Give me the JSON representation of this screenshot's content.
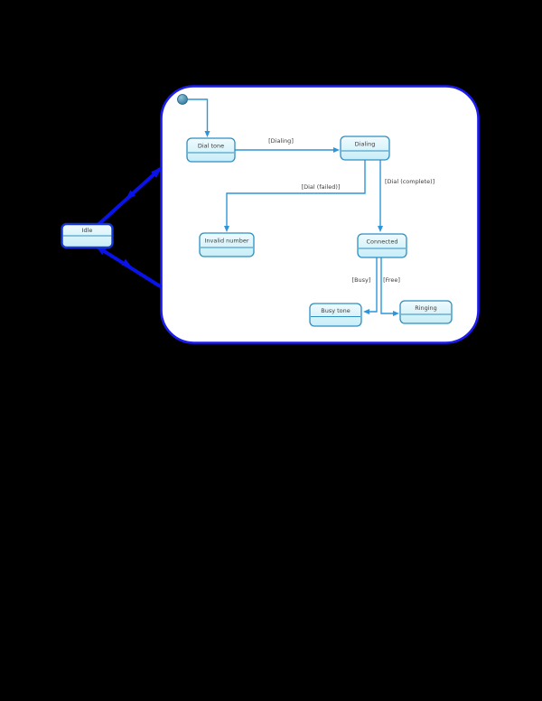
{
  "diagram": {
    "kind": "uml-state-machine-diagram",
    "states": {
      "idle": {
        "label": "Idle"
      },
      "dial_tone": {
        "label": "Dial tone"
      },
      "dialing": {
        "label": "Dialing"
      },
      "invalid_number": {
        "label": "Invalid number"
      },
      "connected": {
        "label": "Connected"
      },
      "busy_tone": {
        "label": "Busy tone"
      },
      "ringing": {
        "label": "Ringing"
      }
    },
    "transitions": {
      "dialing_guard": {
        "label": "[Dialing]"
      },
      "dial_failed": {
        "label": "[Dial (failed)]"
      },
      "dial_complete": {
        "label": "[Dial (complete)]"
      },
      "busy": {
        "label": "[Busy]"
      },
      "free": {
        "label": "[Free]"
      }
    },
    "colors": {
      "background": "#000000",
      "composite_state_fill": "#ffffff",
      "composite_state_border": "#1c1cf0",
      "state_fill_top": "#f0fbfe",
      "state_fill_bottom": "#c7edf7",
      "state_border": "#2e8fc0",
      "selected_state_border": "#1535d4",
      "transition_line": "#2e96d8",
      "selected_transition_line": "#0a12ea",
      "initial_dot": "#1f6589",
      "label_text": "#3c3c3c"
    }
  }
}
